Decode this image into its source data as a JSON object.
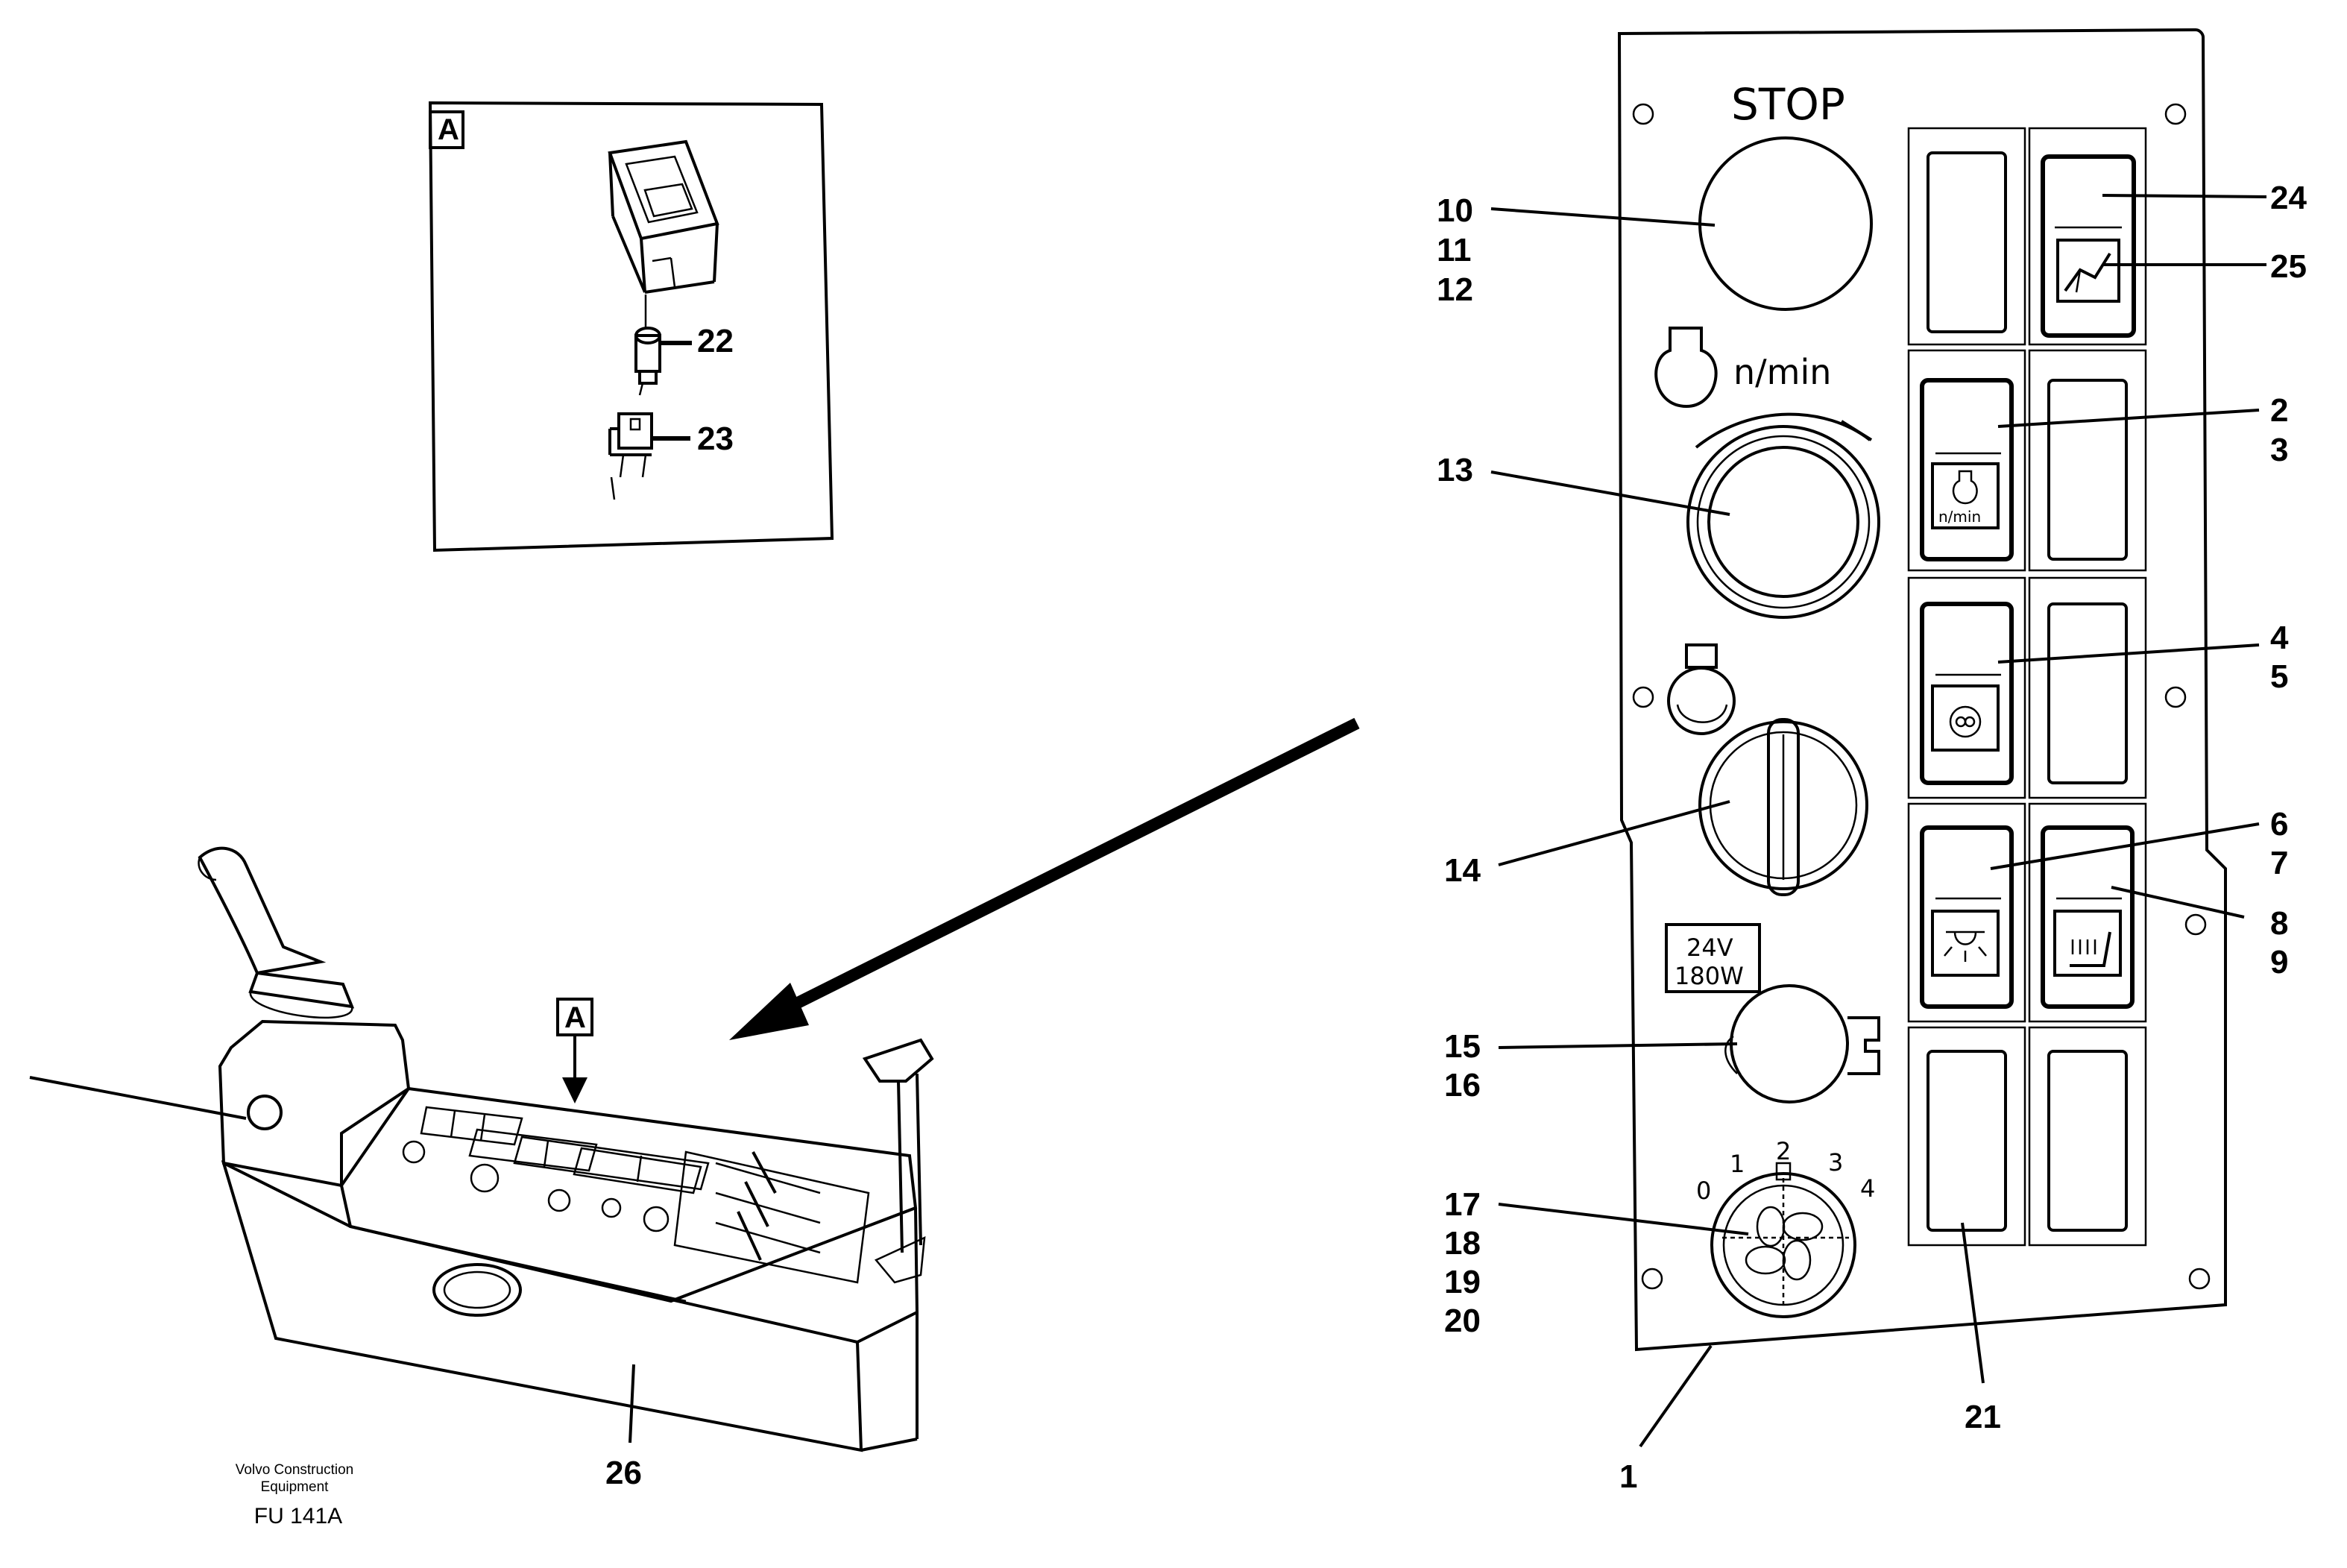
{
  "detail": {
    "tag": "A"
  },
  "panel": {
    "stop_text": "STOP",
    "rpm_text": "n/min",
    "socket_voltage": "24V",
    "socket_power": "180W",
    "fan_scale": [
      "0",
      "1",
      "2",
      "3",
      "4"
    ],
    "switch_rpm_text": "n/min"
  },
  "callouts": {
    "c1": "1",
    "c2": "2",
    "c3": "3",
    "c4": "4",
    "c5": "5",
    "c6": "6",
    "c7": "7",
    "c8": "8",
    "c9": "9",
    "c10": "10",
    "c11": "11",
    "c12": "12",
    "c13": "13",
    "c14": "14",
    "c15": "15",
    "c16": "16",
    "c17": "17",
    "c18": "18",
    "c19": "19",
    "c20": "20",
    "c21": "21",
    "c22": "22",
    "c23": "23",
    "c24": "24",
    "c25": "25",
    "c26": "26"
  },
  "footer": {
    "company_line1": "Volvo Construction",
    "company_line2": "Equipment",
    "figure_ref": "FU 141A"
  }
}
